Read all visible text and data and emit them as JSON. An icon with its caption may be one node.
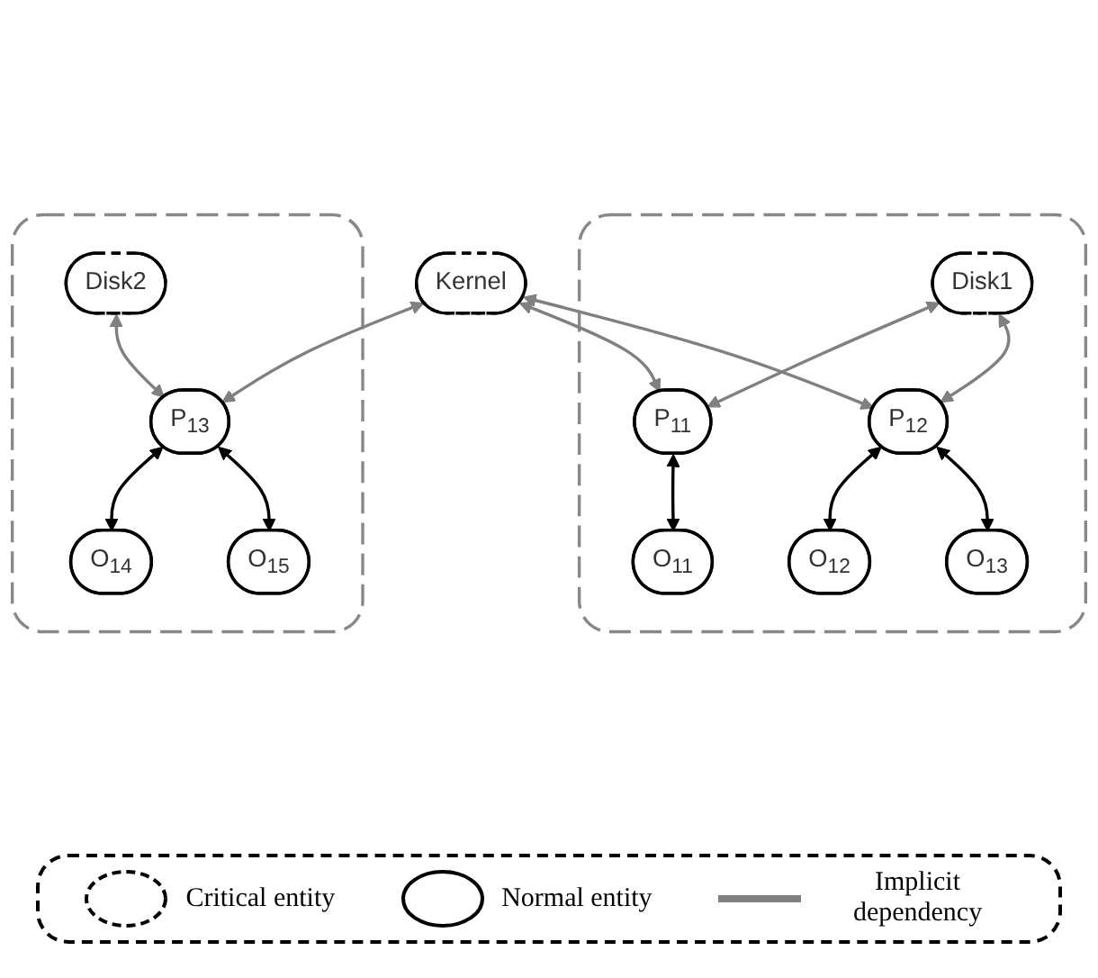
{
  "diagram": {
    "nodes": [
      {
        "text": [
          "Kernel"
        ]
      },
      {
        "text": [],
        "shape": "box"
      },
      {
        "text": [
          "Disk1"
        ],
        "in": 1
      },
      {
        "text": [
          "P$_{11}$"
        ],
        "in": 1
      },
      {
        "text": [
          "P$_{12}$"
        ],
        "in": 1
      },
      {
        "text": [
          "O$_{11}$"
        ],
        "in": 1
      },
      {
        "text": [
          "O$_{12}$"
        ],
        "in": 1
      },
      {
        "text": [
          "O$_{13}$"
        ],
        "in": 1
      },
      {
        "text": [],
        "shape": "box"
      },
      {
        "text": [
          "Disk2"
        ],
        "in": 8
      },
      {
        "text": [
          "P$_{13}$"
        ],
        "in": 8
      },
      {
        "text": [
          "O$_{14}$"
        ],
        "in": 8
      },
      {
        "text": [
          "O$_{15}$"
        ],
        "in": 8
      }
    ],
    "edges": [
      {
        "from": 0,
        "to": 3,
        "arrow": "both",
        "color": "#808080"
      },
      {
        "from": 0,
        "to": 4,
        "arrow": "both",
        "color": "#808080"
      },
      {
        "from": 0,
        "to": 10,
        "arrow": "both",
        "color": "#808080"
      },
      {
        "from": 2,
        "to": 3,
        "arrow": "both",
        "color": "#808080"
      },
      {
        "from": 2,
        "to": 4,
        "arrow": "both",
        "color": "#808080"
      },
      {
        "from": 9,
        "to": 10,
        "arrow": "both",
        "color": "#808080"
      },
      {
        "from": 3,
        "to": 5,
        "arrow": "both",
        "color": "#000000"
      },
      {
        "from": 4,
        "to": 6,
        "arrow": "both",
        "color": "#000000"
      },
      {
        "from": 4,
        "to": 7,
        "arrow": "both",
        "color": "#000000"
      },
      {
        "from": 10,
        "to": 11,
        "arrow": "both",
        "color": "#000000"
      },
      {
        "from": 10,
        "to": 12,
        "arrow": "both",
        "color": "#000000"
      }
    ],
    "legend": [
      {
        "text": "Critical entity"
      },
      {
        "text": "Normal entity"
      },
      {
        "text": "Implicit dependency"
      }
    ]
  }
}
